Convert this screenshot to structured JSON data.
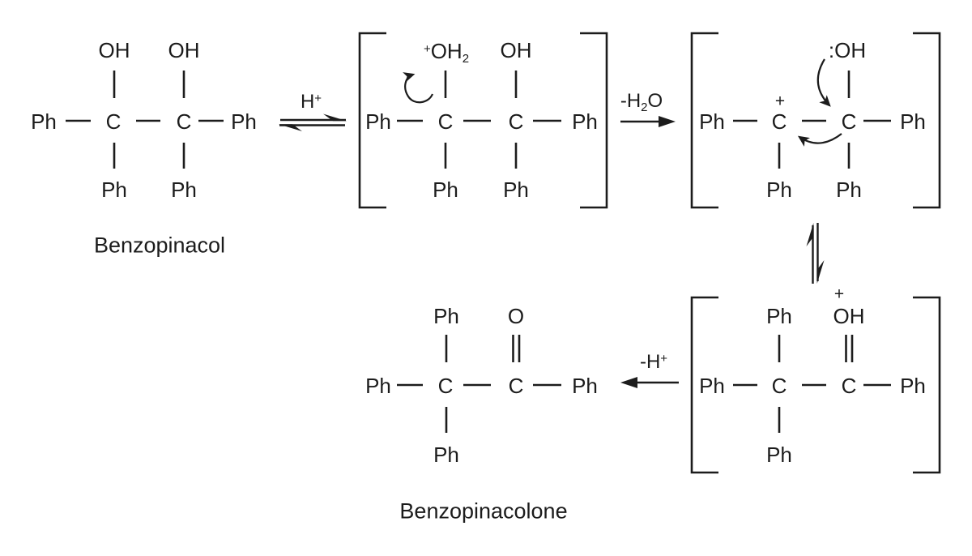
{
  "background": "#ffffff",
  "ink": "#1c1c1c",
  "molecules": {
    "benzopinacol": {
      "name": "Benzopinacol",
      "ph_left": "Ph",
      "c1": "C",
      "c2": "C",
      "ph_right": "Ph",
      "c1_top": "OH",
      "c2_top": "OH",
      "c1_bottom": "Ph",
      "c2_bottom": "Ph"
    },
    "protonated_diol": {
      "ph_left": "Ph",
      "c1": "C",
      "c2": "C",
      "ph_right": "Ph",
      "c1_top_charge": "+",
      "c1_top_main": "OH",
      "c1_top_sub": "2",
      "c2_top": "OH",
      "c1_bottom": "Ph",
      "c2_bottom": "Ph"
    },
    "carbocation": {
      "ph_left": "Ph",
      "c1": "C",
      "c1_charge": "+",
      "c2": "C",
      "ph_right": "Ph",
      "c2_top": ":OH",
      "c1_bottom": "Ph",
      "c2_bottom": "Ph"
    },
    "protonated_ketone": {
      "ph_left": "Ph",
      "c1": "C",
      "c2": "C",
      "ph_right": "Ph",
      "c1_top": "Ph",
      "c2_top_charge": "+",
      "c2_top": "OH",
      "c1_bottom": "Ph"
    },
    "benzopinacolone": {
      "name": "Benzopinacolone",
      "ph_left": "Ph",
      "c1": "C",
      "c2": "C",
      "ph_right": "Ph",
      "c1_top": "Ph",
      "c2_top": "O",
      "c1_bottom": "Ph"
    }
  },
  "arrows": {
    "protonation": {
      "type": "equilibrium",
      "direction": "horizontal",
      "label_main": "H",
      "label_sup": "+"
    },
    "dehydration": {
      "type": "forward",
      "direction": "right",
      "label_pre": "-H",
      "label_sub": "2",
      "label_post": "O"
    },
    "rearrangement": {
      "type": "equilibrium",
      "direction": "vertical"
    },
    "deprotonation": {
      "type": "forward",
      "direction": "left",
      "label_pre": "-H",
      "label_sup": "+"
    }
  }
}
